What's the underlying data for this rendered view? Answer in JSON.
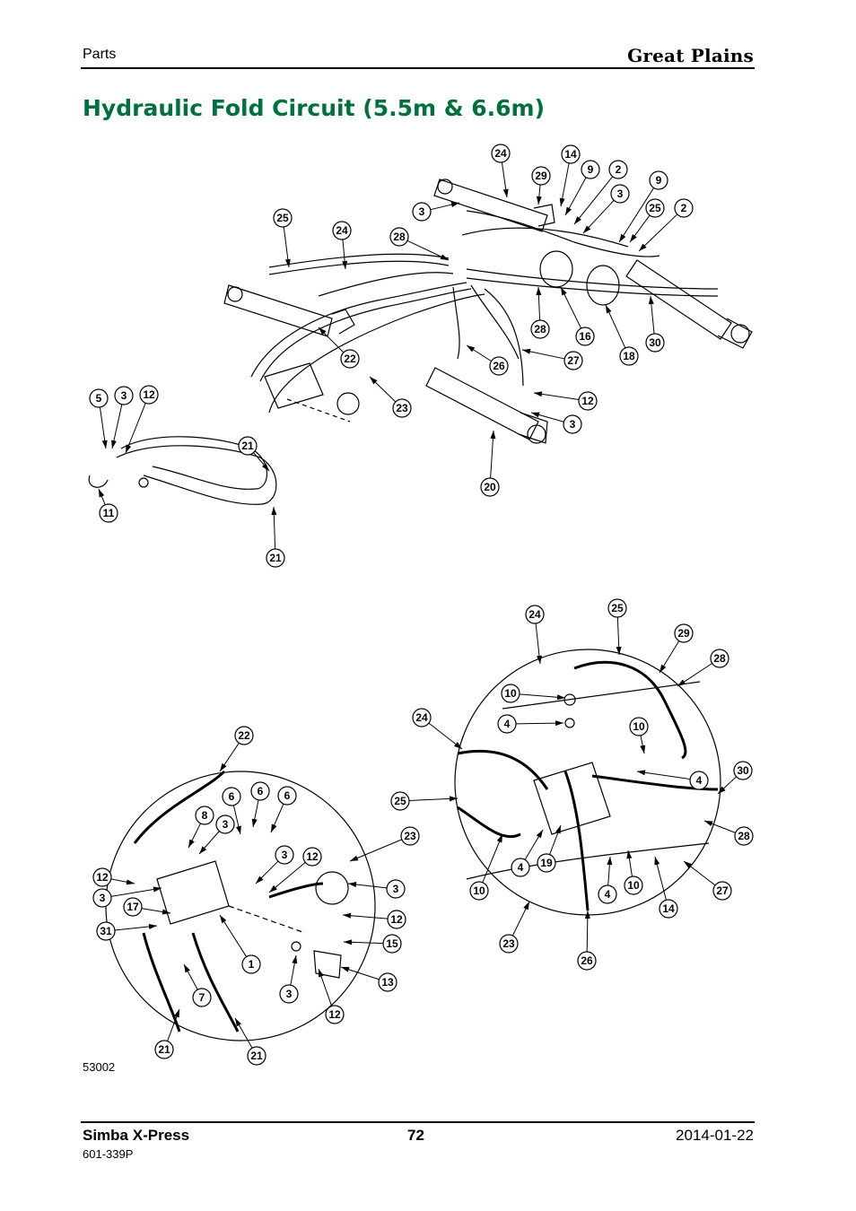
{
  "header": {
    "section": "Parts",
    "brand": "Great Plains"
  },
  "title": "Hydraulic Fold Circuit (5.5m & 6.6m)",
  "figure": {
    "id": "53002",
    "top_callouts": [
      "24",
      "14",
      "29",
      "9",
      "2",
      "3",
      "9",
      "25",
      "2",
      "3",
      "25",
      "24",
      "28",
      "28",
      "16",
      "18",
      "30",
      "22",
      "26",
      "27",
      "12",
      "3",
      "5",
      "3",
      "12",
      "23",
      "21",
      "20",
      "11",
      "21"
    ],
    "bottom_left_callouts": [
      "22",
      "6",
      "6",
      "6",
      "8",
      "3",
      "3",
      "12",
      "23",
      "12",
      "3",
      "17",
      "3",
      "31",
      "12",
      "15",
      "1",
      "7",
      "13",
      "3",
      "12",
      "21",
      "21"
    ],
    "bottom_right_callouts": [
      "24",
      "25",
      "29",
      "28",
      "10",
      "4",
      "10",
      "24",
      "4",
      "30",
      "25",
      "28",
      "10",
      "4",
      "19",
      "10",
      "27",
      "4",
      "14",
      "23",
      "26"
    ]
  },
  "footer": {
    "product": "Simba X-Press",
    "part_no": "601-339P",
    "page": "72",
    "date": "2014-01-22"
  },
  "colors": {
    "title": "#00703c",
    "line": "#000000"
  }
}
